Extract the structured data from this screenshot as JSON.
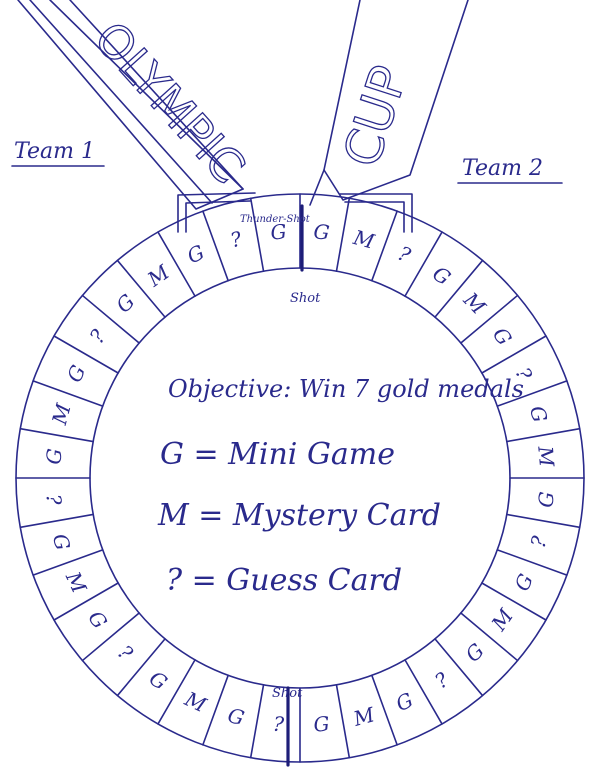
{
  "ribbon": {
    "left_text": "OLYMPIC",
    "right_text": "CUP"
  },
  "teams": {
    "team1": "Team 1",
    "team2": "Team 2"
  },
  "markers": {
    "thunder_shot": "Thunder-Shot",
    "shot_top": "Shot",
    "shot_bottom": "Shot"
  },
  "spaces": [
    "G",
    "M",
    "?",
    "G",
    "M",
    "G",
    "?",
    "G",
    "M",
    "G",
    "?",
    "G",
    "M",
    "G",
    "?",
    "G",
    "M",
    "G",
    "?",
    "G",
    "M",
    "G",
    "?",
    "G",
    "M",
    "G",
    "?",
    "G",
    "M",
    "G",
    "?",
    "G",
    "M",
    "G",
    "?",
    "G"
  ],
  "legend": {
    "objective": "Objective: Win 7 gold medals",
    "g_line": "G = Mini Game",
    "m_line": "M = Mystery Card",
    "q_line": "? = Guess Card"
  }
}
